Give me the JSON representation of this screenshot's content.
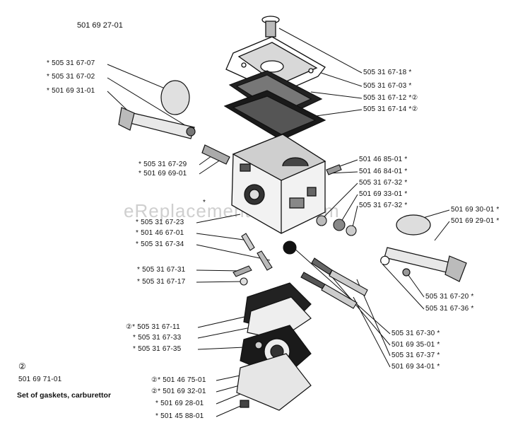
{
  "diagram": {
    "title_part_number": "501 69 27-01",
    "watermark": "eReplacementParts.com",
    "kit_marker": "②",
    "kit_part_number": "501 69 71-01",
    "kit_description": "Set of gaskets, carburettor",
    "labels_left": [
      "* 505 31 67-07",
      "* 505 31 67-02",
      "* 501 69 31-01",
      "* 505 31 67-29",
      "* 501 69 69-01",
      "* 505 31 67-23",
      "* 501 46 67-01",
      "* 505 31 67-34",
      "* 505 31 67-31",
      "* 505 31 67-17",
      "②* 505 31 67-11",
      "* 505 31 67-33",
      "* 505 31 67-35",
      "②* 501 46 75-01",
      "②* 501 69 32-01",
      "* 501 69 28-01",
      "* 501 45 88-01"
    ],
    "labels_right": [
      "505 31 67-18 *",
      "505 31 67-03 *",
      "505 31 67-12 *②",
      "505 31 67-14 *②",
      "501 46 85-01 *",
      "501 46 84-01 *",
      "505 31 67-32 *",
      "501 69 33-01 *",
      "505 31 67-32 *",
      "501 69 30-01 *",
      "501 69 29-01 *",
      "505 31 67-20 *",
      "505 31 67-36 *",
      "505 31 67-30 *",
      "501 69 35-01 *",
      "505 31 67-37 *",
      "501 69 34-01 *"
    ],
    "stray_mark": "*"
  }
}
